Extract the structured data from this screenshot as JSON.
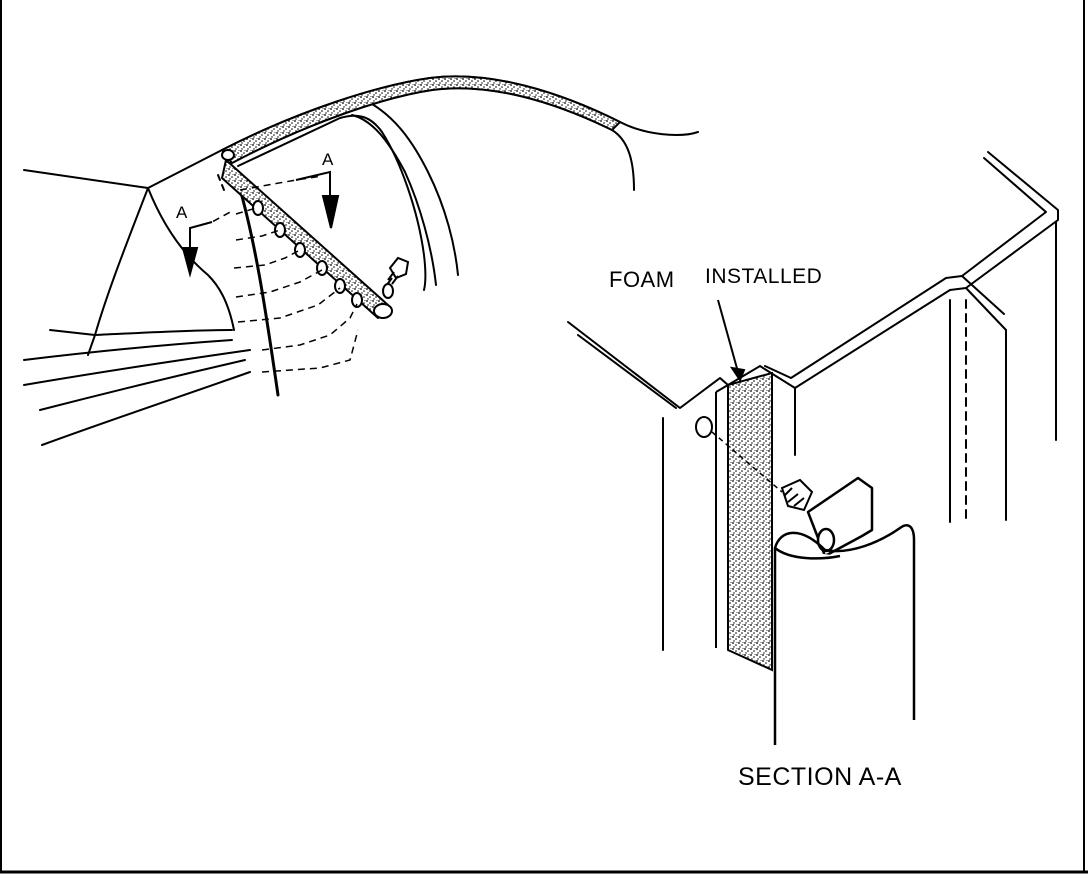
{
  "labels": {
    "foam": "FOAM",
    "installed": "INSTALLED",
    "section": "SECTION A-A",
    "section_arrow_left": "A",
    "section_arrow_right": "A"
  },
  "colors": {
    "ink": "#000000",
    "paper": "#ffffff",
    "foam_fill": "#b8b8b8"
  }
}
